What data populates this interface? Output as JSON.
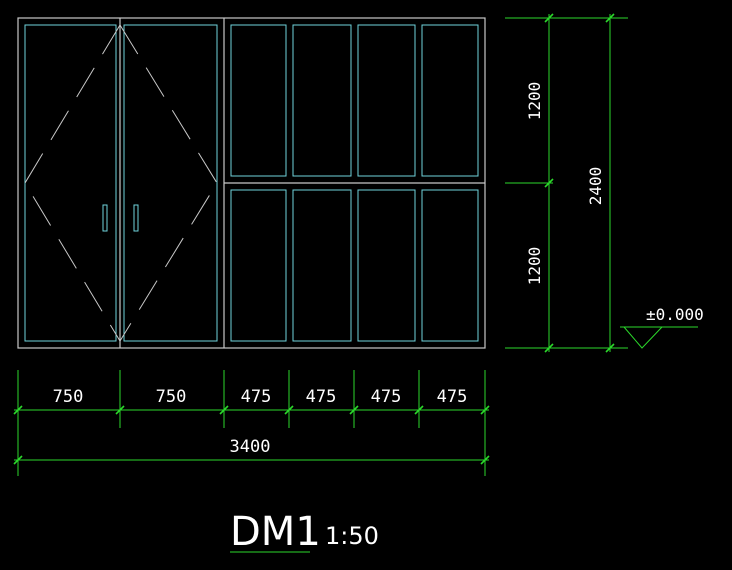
{
  "drawing": {
    "title": "DM1",
    "scale": "1:50",
    "horizontal_dims": [
      "750",
      "750",
      "475",
      "475",
      "475",
      "475"
    ],
    "overall_width": "3400",
    "vertical_dims": [
      "1200",
      "1200"
    ],
    "overall_height": "2400",
    "level_mark": "±0.000",
    "colors": {
      "background": "#000000",
      "frame": "#c8c8c8",
      "glazing": "#6fd3dc",
      "dimension": "#2bd92b",
      "text": "#ffffff"
    }
  }
}
